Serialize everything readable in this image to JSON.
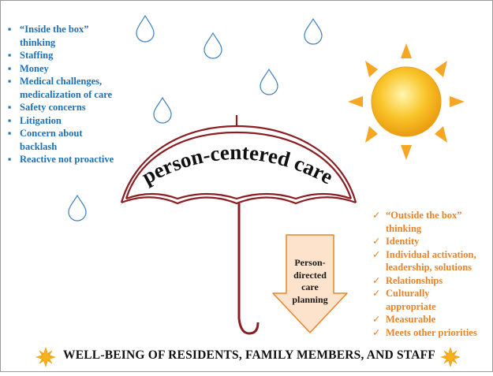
{
  "umbrella": {
    "label": "person-centered care"
  },
  "arrow": {
    "label_lines": [
      "Person-",
      "directed",
      "care",
      "planning"
    ]
  },
  "barriers": {
    "bullet": "▪",
    "color": "#1f6fb2",
    "items": [
      "“Inside the box”",
      "thinking",
      "Staffing",
      "Money",
      "Medical challenges,",
      "medicalization of care",
      "Safety concerns",
      "Litigation",
      "Concern about",
      "backlash",
      "Reactive not proactive"
    ],
    "bulleted": [
      true,
      false,
      true,
      true,
      true,
      false,
      true,
      true,
      true,
      false,
      true
    ]
  },
  "enablers": {
    "check": "✓",
    "color": "#e8832a",
    "items": [
      "“Outside the box”",
      "thinking",
      "Identity",
      "Individual activation,",
      "leadership, solutions",
      "Relationships",
      "Culturally",
      "appropriate",
      "Measurable",
      "Meets other priorities"
    ],
    "checked": [
      true,
      false,
      true,
      true,
      false,
      true,
      true,
      false,
      true,
      true
    ]
  },
  "footer": {
    "text": "WELL-BEING OF RESIDENTS, FAMILY MEMBERS, AND STAFF"
  },
  "colors": {
    "umbrella_stroke": "#8b1e22",
    "raindrop_stroke": "#3b7fbf",
    "sun_fill": "#f6b21a",
    "sun_rays": "#f5a623",
    "arrow_fill": "#fde3cc",
    "arrow_stroke": "#e8832a",
    "frame": "#9a9a9a"
  },
  "icons": [
    "raindrop-icon",
    "sun-icon",
    "umbrella-icon",
    "down-arrow-icon",
    "small-sun-icon"
  ]
}
